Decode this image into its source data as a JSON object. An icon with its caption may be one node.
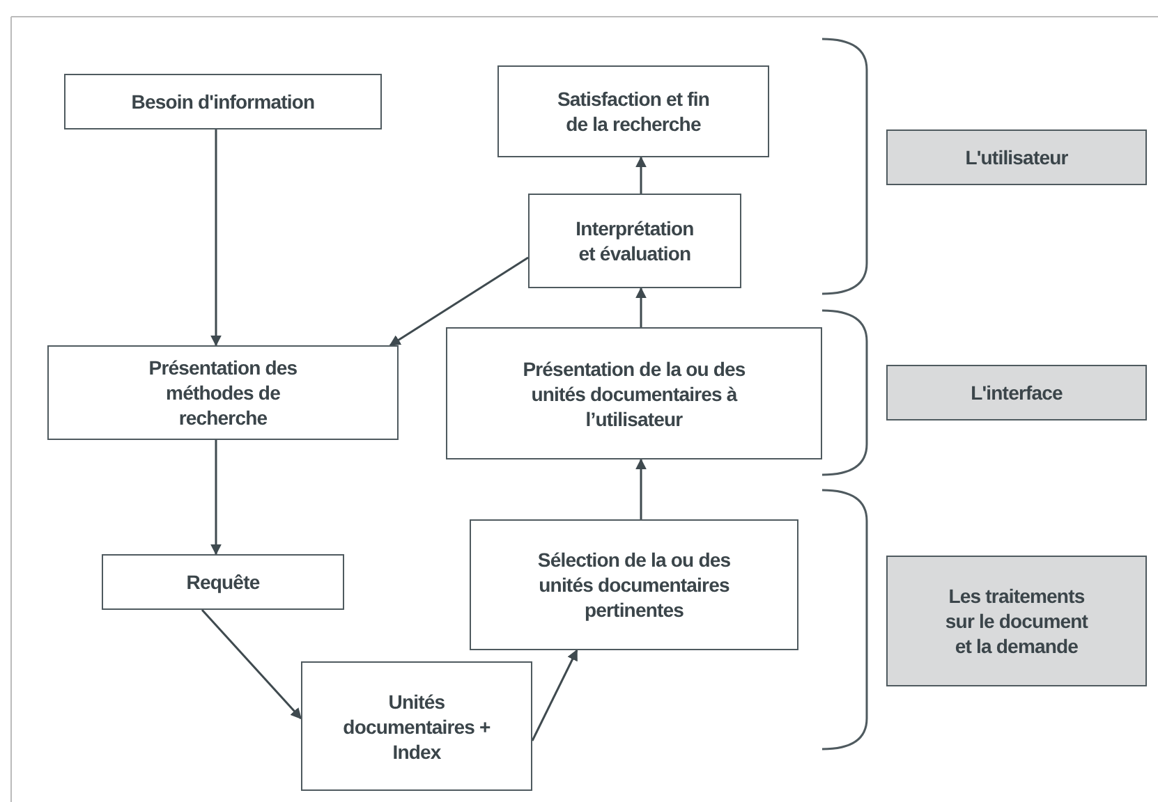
{
  "diagram": {
    "nodes": [
      {
        "text": [
          "Besoin d'information"
        ]
      },
      {
        "text": [
          "Satisfaction et fin de la recherche"
        ]
      },
      {
        "text": [
          "Interprétation et évaluation"
        ]
      },
      {
        "text": [
          "Présentation des méthodes de recherche"
        ]
      },
      {
        "text": [
          "Présentation de la ou des unités documentaires à l’utilisateur"
        ]
      },
      {
        "text": [
          "Requête"
        ]
      },
      {
        "text": [
          "Sélection de la ou des unités documentaires pertinentes"
        ]
      },
      {
        "text": [
          "Unités documentaires + Index"
        ]
      },
      {
        "text": [
          "L'utilisateur"
        ]
      },
      {
        "text": [
          "L'interface"
        ]
      },
      {
        "text": [
          "Les traitements sur le document et la demande"
        ]
      }
    ],
    "edges": [
      {
        "from": 0,
        "to": 3,
        "arrow": "to"
      },
      {
        "from": 3,
        "to": 5,
        "arrow": "to"
      },
      {
        "from": 5,
        "to": 7,
        "arrow": "to"
      },
      {
        "from": 7,
        "to": 6,
        "arrow": "to"
      },
      {
        "from": 6,
        "to": 4,
        "arrow": "to"
      },
      {
        "from": 4,
        "to": 2,
        "arrow": "to"
      },
      {
        "from": 2,
        "to": 1,
        "arrow": "to"
      },
      {
        "from": 2,
        "to": 3,
        "arrow": "to"
      }
    ]
  }
}
